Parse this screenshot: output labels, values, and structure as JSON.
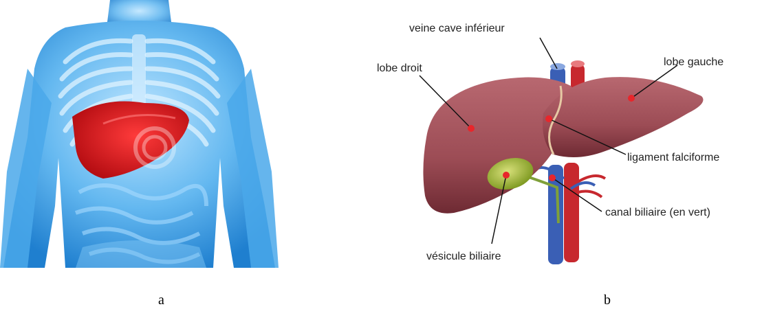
{
  "captions": {
    "a": "a",
    "b": "b"
  },
  "labels": {
    "veine_cave": "veine cave inférieur",
    "lobe_droit": "lobe droit",
    "lobe_gauche": "lobe gauche",
    "ligament": "ligament falciforme",
    "canal": "canal biliaire (en vert)",
    "vesicule": "vésicule biliaire"
  },
  "colors": {
    "body_blue": "#3aa0e6",
    "liver_red": "#e0161a",
    "liver_brown": "#a3545a",
    "gallbladder_green": "#9fb53a",
    "label_dot": "#e8262b",
    "vein_blue": "#3a5fb5",
    "artery_red": "#c7282e"
  }
}
